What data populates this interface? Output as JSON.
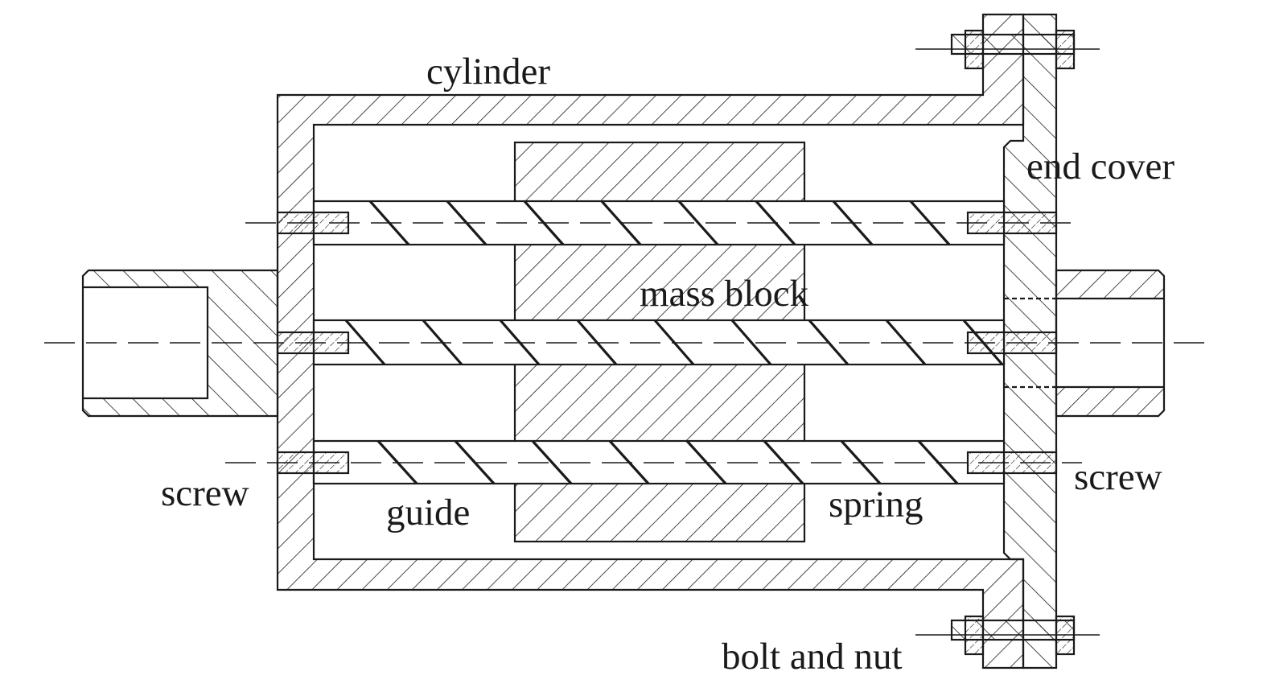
{
  "labels": {
    "cylinder": "cylinder",
    "end_cover": "end cover",
    "mass_block": "mass block",
    "screw_left": "screw",
    "guide": "guide",
    "spring": "spring",
    "screw_right": "screw",
    "bolt_and_nut": "bolt and nut"
  },
  "colors": {
    "line": "#1a1a1a",
    "background": "#ffffff"
  }
}
